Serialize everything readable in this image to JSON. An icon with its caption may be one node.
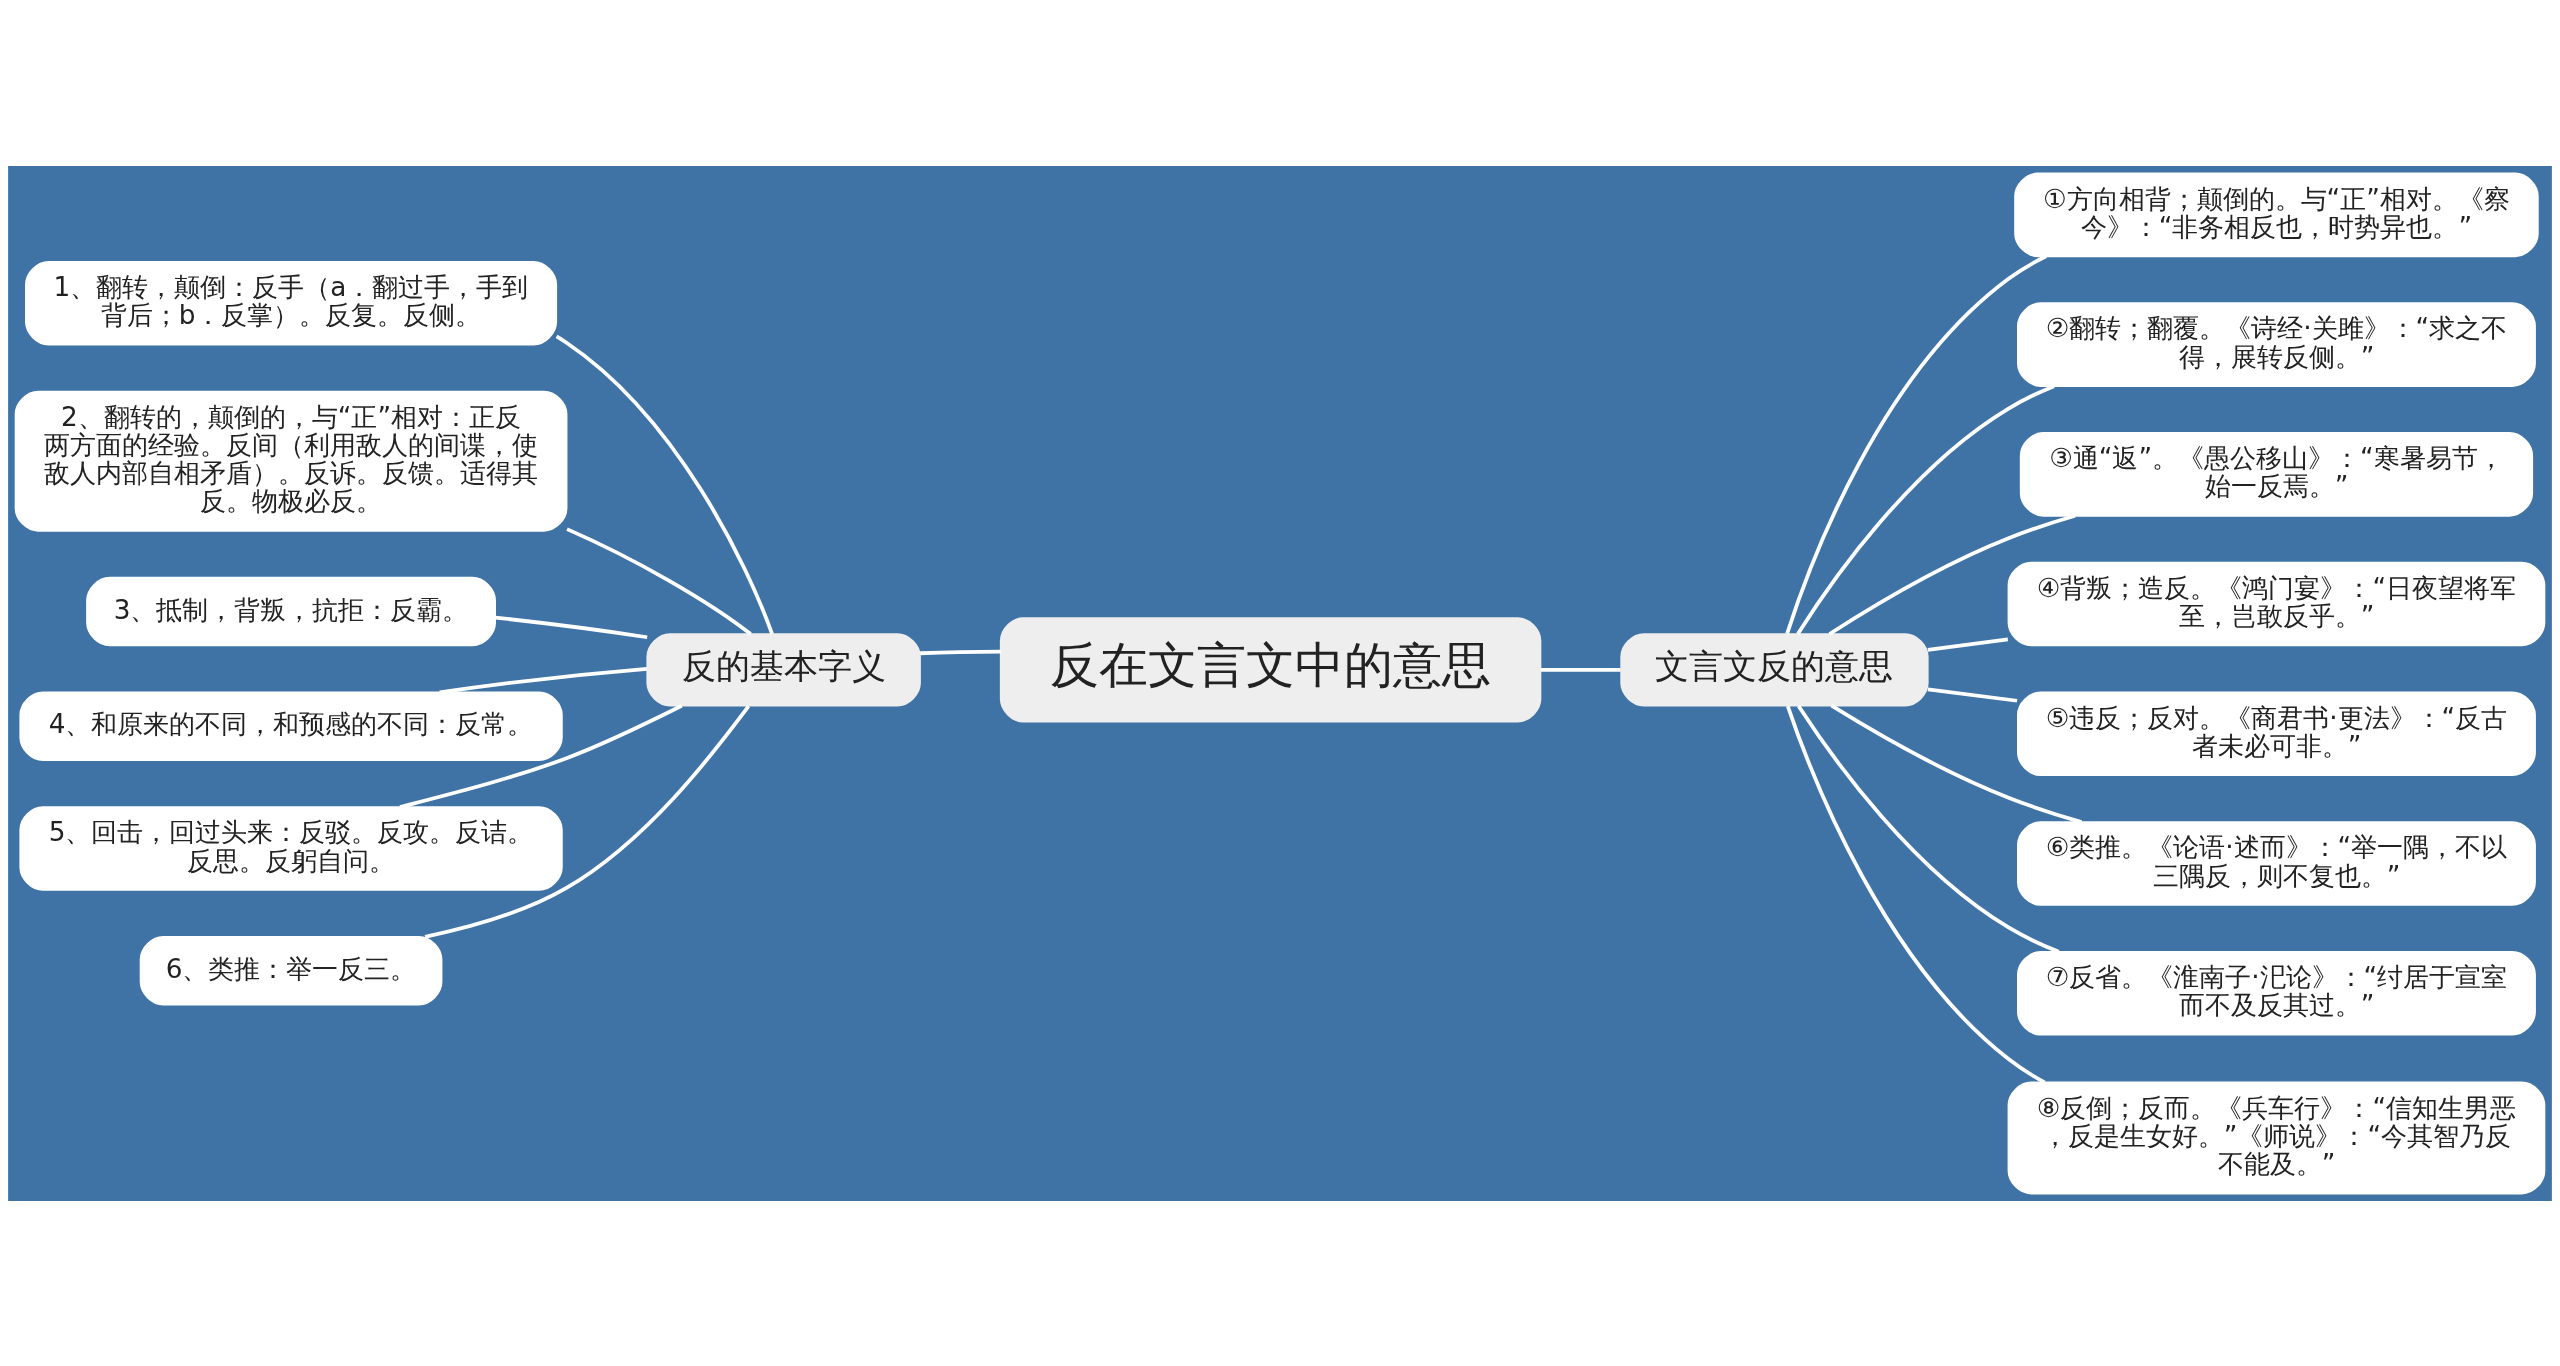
{
  "diagram": {
    "nodes": [
      {
        "text": [
          "反在文言文中的意思"
        ]
      },
      {
        "text": [
          "反的基本字义"
        ]
      },
      {
        "text": [
          "1、翻转，颠倒：反手（a．翻过手，手到背后；b．反掌）。反复。反侧。"
        ]
      },
      {
        "text": [
          "2、翻转的，颠倒的，与“正”相对：正反两方面的经验。反间（利用敌人的间谍，使敌人内部自相矛盾）。反诉。反馈。适得其反。物极必反。"
        ]
      },
      {
        "text": [
          "3、抵制，背叛，抗拒：反霸。"
        ]
      },
      {
        "text": [
          "4、和原来的不同，和预感的不同：反常。"
        ]
      },
      {
        "text": [
          "5、回击，回过头来：反驳。反攻。反诘。反思。反躬自问。"
        ]
      },
      {
        "text": [
          "6、类推：举一反三。"
        ]
      },
      {
        "text": [
          "文言文反的意思"
        ]
      },
      {
        "text": [
          "①方向相背；颠倒的。与“正”相对。《察今》：“非务相反也，时势异也。”"
        ]
      },
      {
        "text": [
          "②翻转；翻覆。《诗经·关雎》：“求之不得，展转反侧。”"
        ]
      },
      {
        "text": [
          "③通“返”。《愚公移山》：“寒暑易节，始一反焉。”"
        ]
      },
      {
        "text": [
          "④背叛；造反。《鸿门宴》：“日夜望将军至，岂敢反乎。”"
        ]
      },
      {
        "text": [
          "⑤违反；反对。《商君书·更法》：“反古者未必可非。”"
        ]
      },
      {
        "text": [
          "⑥类推。《论语·述而》：“举一隅，不以三隅反，则不复也。”"
        ]
      },
      {
        "text": [
          "⑦反省。《淮南子·汜论》：“纣居于宣室而不及反其过。”"
        ]
      },
      {
        "text": [
          "⑧反倒；反而。《兵车行》：“信知生男恶，反是生女好。”《师说》：“今其智乃反不能及。”"
        ]
      }
    ],
    "edges": [
      {
        "from": 0,
        "to": 1,
        "arrow": "none"
      },
      {
        "from": 1,
        "to": 2,
        "arrow": "none"
      },
      {
        "from": 1,
        "to": 3,
        "arrow": "none"
      },
      {
        "from": 1,
        "to": 4,
        "arrow": "none"
      },
      {
        "from": 1,
        "to": 5,
        "arrow": "none"
      },
      {
        "from": 1,
        "to": 6,
        "arrow": "none"
      },
      {
        "from": 1,
        "to": 7,
        "arrow": "none"
      },
      {
        "from": 0,
        "to": 8,
        "arrow": "none"
      },
      {
        "from": 8,
        "to": 9,
        "arrow": "none"
      },
      {
        "from": 8,
        "to": 10,
        "arrow": "none"
      },
      {
        "from": 8,
        "to": 11,
        "arrow": "none"
      },
      {
        "from": 8,
        "to": 12,
        "arrow": "none"
      },
      {
        "from": 8,
        "to": 13,
        "arrow": "none"
      },
      {
        "from": 8,
        "to": 14,
        "arrow": "none"
      },
      {
        "from": 8,
        "to": 15,
        "arrow": "none"
      },
      {
        "from": 8,
        "to": 16,
        "arrow": "none"
      }
    ]
  }
}
